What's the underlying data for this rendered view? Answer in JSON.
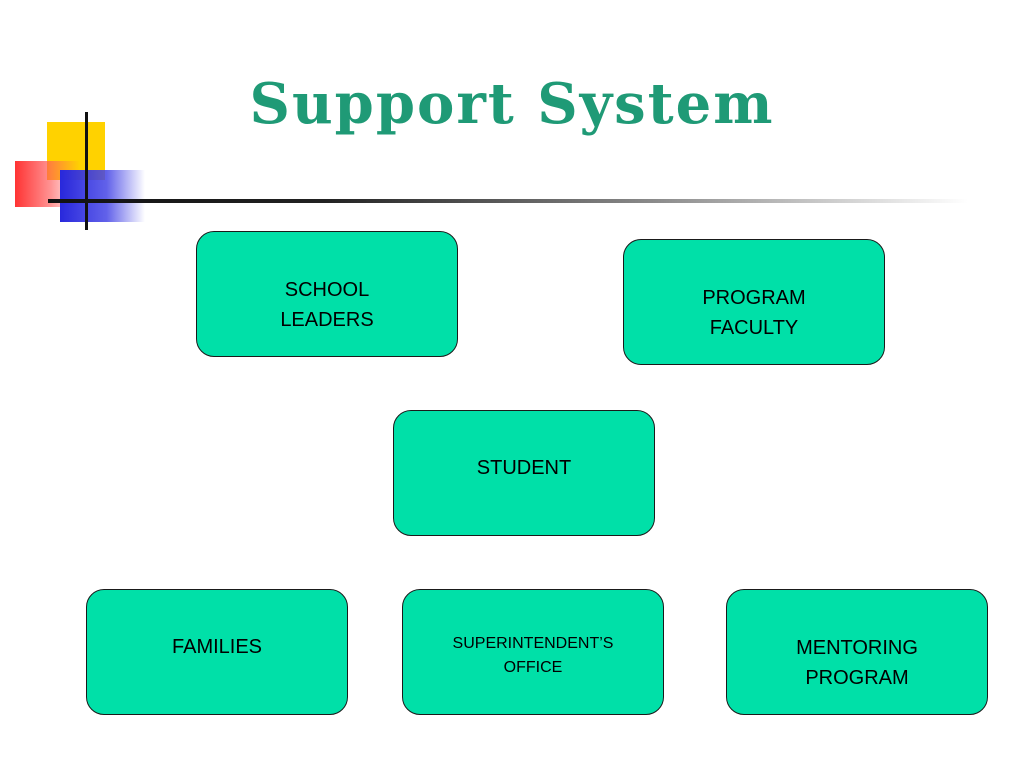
{
  "title": "Support System",
  "colors": {
    "title": "#1f9a76",
    "box_fill": "#00e0a8",
    "deco_yellow": "#ffd200",
    "deco_red": "#ff2a2a",
    "deco_blue": "#2b2bd6"
  },
  "boxes": {
    "school_leaders": "SCHOOL\nLEADERS",
    "program_faculty": "PROGRAM\nFACULTY",
    "student": "STUDENT",
    "families": "FAMILIES",
    "superintendent": "SUPERINTENDENT’S\nOFFICE",
    "mentoring": "MENTORING\nPROGRAM"
  }
}
